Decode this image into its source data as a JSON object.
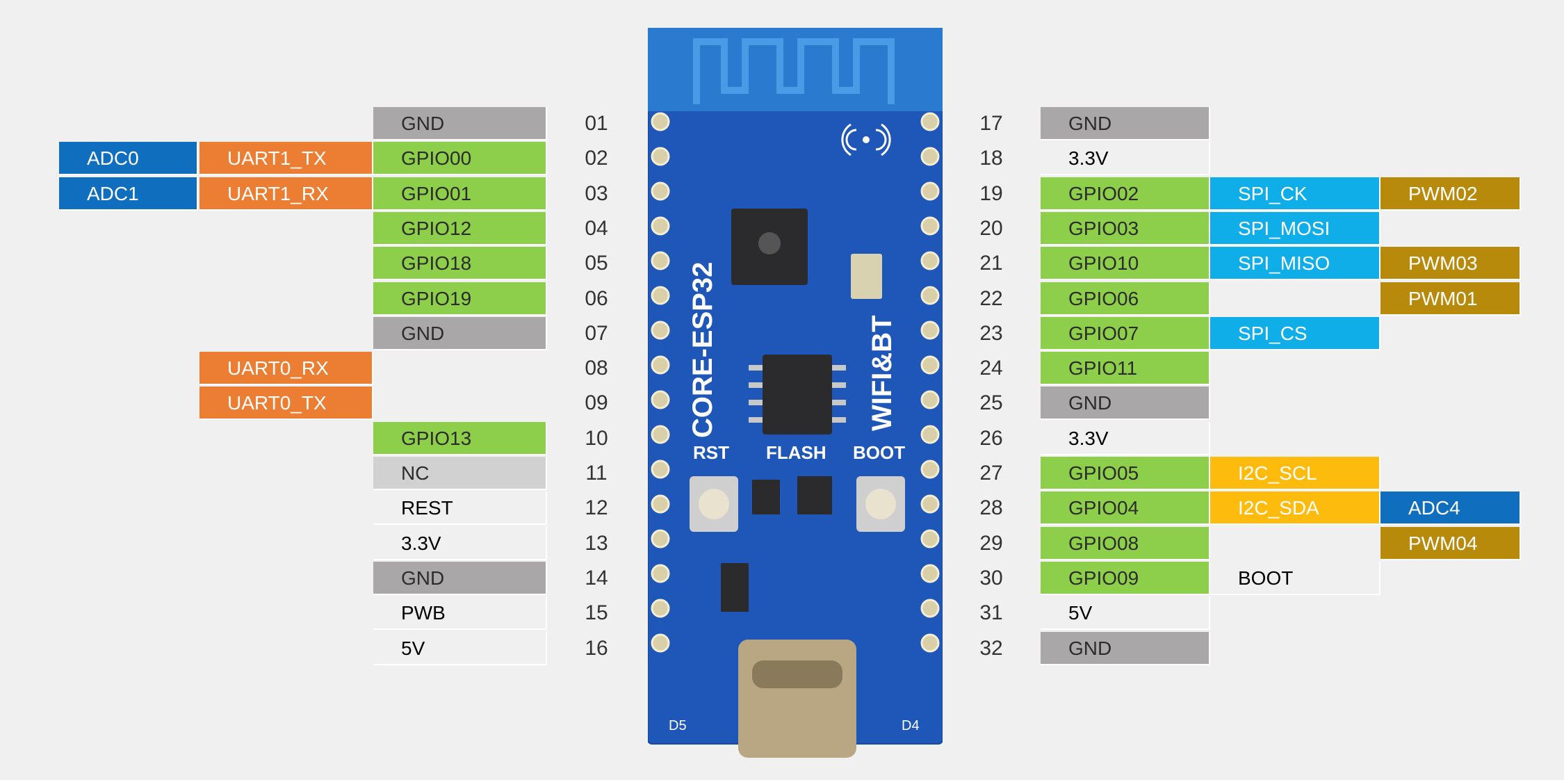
{
  "colors": {
    "gnd": "#a9a7a8",
    "gpio": "#8dce4a",
    "uart": "#ec7e33",
    "adc": "#0f6ebd",
    "power": "#8a38c9",
    "nc": "#d2d1d2",
    "control": "#bcd7ee",
    "spi": "#0faee9",
    "pwm": "#b88a0c",
    "i2c": "#fdbb0d",
    "board_blue": "#1f57b8"
  },
  "board": {
    "silkscreen_name": "CORE-ESP32",
    "silkscreen_wireless": "WIFI&BT",
    "label_rst": "RST",
    "label_flash": "FLASH",
    "label_boot": "BOOT",
    "label_d5": "D5",
    "label_d4": "D4"
  },
  "left_pins": [
    {
      "num": "01",
      "gpio": {
        "text": "GND",
        "type": "gnd"
      }
    },
    {
      "num": "02",
      "gpio": {
        "text": "GPIO00",
        "type": "gpio"
      },
      "f1": {
        "text": "UART1_TX",
        "type": "uart"
      },
      "f2": {
        "text": "ADC0",
        "type": "adc"
      }
    },
    {
      "num": "03",
      "gpio": {
        "text": "GPIO01",
        "type": "gpio"
      },
      "f1": {
        "text": "UART1_RX",
        "type": "uart"
      },
      "f2": {
        "text": "ADC1",
        "type": "adc"
      }
    },
    {
      "num": "04",
      "gpio": {
        "text": "GPIO12",
        "type": "gpio"
      }
    },
    {
      "num": "05",
      "gpio": {
        "text": "GPIO18",
        "type": "gpio"
      }
    },
    {
      "num": "06",
      "gpio": {
        "text": "GPIO19",
        "type": "gpio"
      }
    },
    {
      "num": "07",
      "gpio": {
        "text": "GND",
        "type": "gnd"
      }
    },
    {
      "num": "08",
      "f1": {
        "text": "UART0_RX",
        "type": "uart"
      }
    },
    {
      "num": "09",
      "f1": {
        "text": "UART0_TX",
        "type": "uart"
      }
    },
    {
      "num": "10",
      "gpio": {
        "text": "GPIO13",
        "type": "gpio"
      }
    },
    {
      "num": "11",
      "gpio": {
        "text": "NC",
        "type": "nc"
      }
    },
    {
      "num": "12",
      "gpio": {
        "text": "REST",
        "type": "control"
      }
    },
    {
      "num": "13",
      "gpio": {
        "text": "3.3V",
        "type": "power"
      }
    },
    {
      "num": "14",
      "gpio": {
        "text": "GND",
        "type": "gnd"
      }
    },
    {
      "num": "15",
      "gpio": {
        "text": "PWB",
        "type": "control"
      }
    },
    {
      "num": "16",
      "gpio": {
        "text": "5V",
        "type": "power"
      }
    }
  ],
  "right_pins": [
    {
      "num": "17",
      "gpio": {
        "text": "GND",
        "type": "gnd"
      }
    },
    {
      "num": "18",
      "gpio": {
        "text": "3.3V",
        "type": "power"
      }
    },
    {
      "num": "19",
      "gpio": {
        "text": "GPIO02",
        "type": "gpio"
      },
      "f1": {
        "text": "SPI_CK",
        "type": "spi"
      },
      "f2": {
        "text": "PWM02",
        "type": "pwm"
      }
    },
    {
      "num": "20",
      "gpio": {
        "text": "GPIO03",
        "type": "gpio"
      },
      "f1": {
        "text": "SPI_MOSI",
        "type": "spi"
      }
    },
    {
      "num": "21",
      "gpio": {
        "text": "GPIO10",
        "type": "gpio"
      },
      "f1": {
        "text": "SPI_MISO",
        "type": "spi"
      },
      "f2": {
        "text": "PWM03",
        "type": "pwm"
      }
    },
    {
      "num": "22",
      "gpio": {
        "text": "GPIO06",
        "type": "gpio"
      },
      "f2": {
        "text": "PWM01",
        "type": "pwm"
      }
    },
    {
      "num": "23",
      "gpio": {
        "text": "GPIO07",
        "type": "gpio"
      },
      "f1": {
        "text": "SPI_CS",
        "type": "spi"
      }
    },
    {
      "num": "24",
      "gpio": {
        "text": "GPIO11",
        "type": "gpio"
      }
    },
    {
      "num": "25",
      "gpio": {
        "text": "GND",
        "type": "gnd"
      }
    },
    {
      "num": "26",
      "gpio": {
        "text": "3.3V",
        "type": "power"
      }
    },
    {
      "num": "27",
      "gpio": {
        "text": "GPIO05",
        "type": "gpio"
      },
      "f1": {
        "text": "I2C_SCL",
        "type": "i2c"
      }
    },
    {
      "num": "28",
      "gpio": {
        "text": "GPIO04",
        "type": "gpio"
      },
      "f1": {
        "text": "I2C_SDA",
        "type": "i2c"
      },
      "f2": {
        "text": "ADC4",
        "type": "adc"
      }
    },
    {
      "num": "29",
      "gpio": {
        "text": "GPIO08",
        "type": "gpio"
      },
      "f2": {
        "text": "PWM04",
        "type": "pwm"
      }
    },
    {
      "num": "30",
      "gpio": {
        "text": "GPIO09",
        "type": "gpio"
      },
      "f1": {
        "text": "BOOT",
        "type": "control"
      }
    },
    {
      "num": "31",
      "gpio": {
        "text": "5V",
        "type": "power"
      }
    },
    {
      "num": "32",
      "gpio": {
        "text": "GND",
        "type": "gnd"
      }
    }
  ]
}
